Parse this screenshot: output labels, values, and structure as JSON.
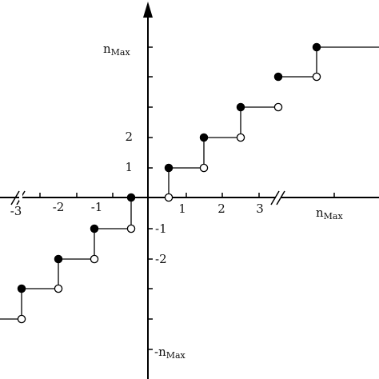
{
  "chart_data": {
    "type": "line",
    "title": "",
    "xlabel": "",
    "ylabel": "",
    "x_tick_labels": [
      "-3",
      "-2",
      "-1",
      "1",
      "2",
      "3"
    ],
    "y_tick_labels": [
      "1",
      "2",
      "-1",
      "-2"
    ],
    "x_max_label": {
      "main": "n",
      "sub": "Max"
    },
    "y_max_label": {
      "main": "n",
      "sub": "Max"
    },
    "y_min_label": {
      "main": "-n",
      "sub": "Max"
    },
    "grid": false,
    "axis_break_x": true,
    "series": [
      {
        "step_segments": [
          {
            "x_start": -4.0,
            "x_end": -3.5,
            "y": -4,
            "closed_end": false,
            "note": ""
          },
          {
            "x_start": -3.5,
            "x_end": -2.5,
            "y": -3,
            "closed_start": true,
            "closed_end": false
          },
          {
            "x_start": -2.5,
            "x_end": -1.5,
            "y": -2,
            "closed_start": true,
            "closed_end": false
          },
          {
            "x_start": -1.5,
            "x_end": -0.5,
            "y": -1,
            "closed_start": true,
            "closed_end": false
          },
          {
            "x_start": -0.5,
            "x_end": 0.5,
            "y": 0,
            "closed_start": true,
            "closed_end": false
          },
          {
            "x_start": 0.5,
            "x_end": 1.5,
            "y": 1,
            "closed_start": true,
            "closed_end": false
          },
          {
            "x_start": 1.5,
            "x_end": 2.5,
            "y": 2,
            "closed_start": true,
            "closed_end": false
          },
          {
            "x_start": 2.5,
            "x_end": 3.5,
            "y": 3,
            "closed_start": true,
            "closed_end": false
          },
          {
            "x_start": "Max-1.5",
            "x_end": "Max-0.5",
            "y": "Max-1",
            "closed_start": true,
            "closed_end": false
          },
          {
            "x_start": "Max-0.5",
            "x_end": "beyond",
            "y": "Max",
            "closed_start": true
          }
        ]
      }
    ]
  }
}
